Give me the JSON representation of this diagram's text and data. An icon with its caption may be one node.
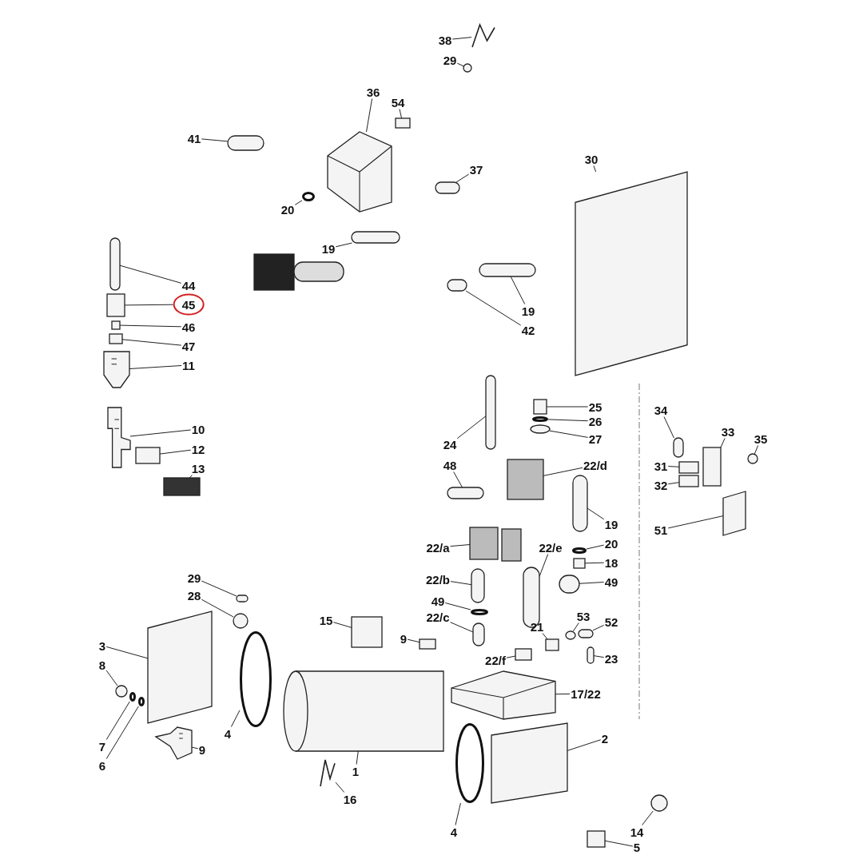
{
  "diagram": {
    "nodes": [
      {
        "text": [
          "38"
        ]
      },
      {
        "text": [
          "29"
        ]
      },
      {
        "text": [
          "36"
        ]
      },
      {
        "text": [
          "54"
        ]
      },
      {
        "text": [
          "41"
        ]
      },
      {
        "text": [
          "30"
        ]
      },
      {
        "text": [
          "37"
        ]
      },
      {
        "text": [
          "20"
        ]
      },
      {
        "text": [
          "19"
        ]
      },
      {
        "text": [
          "44"
        ]
      },
      {
        "text": [
          "45"
        ]
      },
      {
        "text": [
          "46"
        ]
      },
      {
        "text": [
          "47"
        ]
      },
      {
        "text": [
          "11"
        ]
      },
      {
        "text": [
          "19"
        ]
      },
      {
        "text": [
          "42"
        ]
      },
      {
        "text": [
          "25"
        ]
      },
      {
        "text": [
          "26"
        ]
      },
      {
        "text": [
          "27"
        ]
      },
      {
        "text": [
          "10"
        ]
      },
      {
        "text": [
          "12"
        ]
      },
      {
        "text": [
          "13"
        ]
      },
      {
        "text": [
          "24"
        ]
      },
      {
        "text": [
          "48"
        ]
      },
      {
        "text": [
          "22/d"
        ]
      },
      {
        "text": [
          "34"
        ]
      },
      {
        "text": [
          "33"
        ]
      },
      {
        "text": [
          "35"
        ]
      },
      {
        "text": [
          "31"
        ]
      },
      {
        "text": [
          "32"
        ]
      },
      {
        "text": [
          "51"
        ]
      },
      {
        "text": [
          "19"
        ]
      },
      {
        "text": [
          "20"
        ]
      },
      {
        "text": [
          "18"
        ]
      },
      {
        "text": [
          "49"
        ]
      },
      {
        "text": [
          "22/a"
        ]
      },
      {
        "text": [
          "22/e"
        ]
      },
      {
        "text": [
          "22/b"
        ]
      },
      {
        "text": [
          "49"
        ]
      },
      {
        "text": [
          "15"
        ]
      },
      {
        "text": [
          "22/c"
        ]
      },
      {
        "text": [
          "53"
        ]
      },
      {
        "text": [
          "21"
        ]
      },
      {
        "text": [
          "52"
        ]
      },
      {
        "text": [
          "9"
        ]
      },
      {
        "text": [
          "23"
        ]
      },
      {
        "text": [
          "22/f"
        ]
      },
      {
        "text": [
          "17/22"
        ]
      },
      {
        "text": [
          "29"
        ]
      },
      {
        "text": [
          "28"
        ]
      },
      {
        "text": [
          "3"
        ]
      },
      {
        "text": [
          "8"
        ]
      },
      {
        "text": [
          "7"
        ]
      },
      {
        "text": [
          "6"
        ]
      },
      {
        "text": [
          "4"
        ]
      },
      {
        "text": [
          "9"
        ]
      },
      {
        "text": [
          "2"
        ]
      },
      {
        "text": [
          "1"
        ]
      },
      {
        "text": [
          "16"
        ]
      },
      {
        "text": [
          "4"
        ]
      },
      {
        "text": [
          "14"
        ]
      },
      {
        "text": [
          "5"
        ]
      },
      {
        "text": [],
        "shape": "picture"
      },
      {
        "text": [],
        "shape": "circle"
      },
      {
        "text": [],
        "shape": "picture"
      },
      {
        "text": [],
        "shape": "box"
      },
      {
        "text": [],
        "shape": "cylinder"
      },
      {
        "text": [],
        "shape": "box"
      },
      {
        "text": [],
        "shape": "cylinder"
      },
      {
        "text": [],
        "shape": "circle"
      },
      {
        "text": [],
        "shape": "cylinder"
      },
      {
        "text": [],
        "shape": "cylinder"
      },
      {
        "text": [],
        "shape": "box"
      },
      {
        "text": [],
        "shape": "box"
      },
      {
        "text": [],
        "shape": "box"
      },
      {
        "text": [],
        "shape": "picture"
      },
      {
        "text": [],
        "shape": "cylinder"
      },
      {
        "text": [],
        "shape": "cylinder"
      },
      {
        "text": [],
        "shape": "box"
      },
      {
        "text": [],
        "shape": "circle"
      },
      {
        "text": [],
        "shape": "circle"
      },
      {
        "text": [],
        "shape": "picture"
      },
      {
        "text": [],
        "shape": "box"
      },
      {
        "text": [],
        "shape": "box"
      },
      {
        "text": [],
        "shape": "cylinder"
      },
      {
        "text": [],
        "shape": "cylinder"
      },
      {
        "text": [],
        "shape": "box"
      },
      {
        "text": [],
        "shape": "cylinder"
      },
      {
        "text": [],
        "shape": "box"
      },
      {
        "text": [],
        "shape": "circle"
      },
      {
        "text": [],
        "shape": "box"
      },
      {
        "text": [],
        "shape": "box"
      },
      {
        "text": [],
        "shape": "box"
      },
      {
        "text": [],
        "shape": "cylinder"
      },
      {
        "text": [],
        "shape": "circle"
      },
      {
        "text": [],
        "shape": "box"
      },
      {
        "text": [],
        "shape": "cylinder"
      },
      {
        "text": [],
        "shape": "box"
      },
      {
        "text": [],
        "shape": "cylinder"
      },
      {
        "text": [],
        "shape": "cylinder"
      },
      {
        "text": [],
        "shape": "circle"
      },
      {
        "text": [],
        "shape": "box"
      },
      {
        "text": [],
        "shape": "cylinder"
      },
      {
        "text": [],
        "shape": "circle"
      },
      {
        "text": [],
        "shape": "box"
      },
      {
        "text": [],
        "shape": "cylinder"
      },
      {
        "text": [],
        "shape": "box"
      },
      {
        "text": [],
        "shape": "cylinder"
      },
      {
        "text": [],
        "shape": "box"
      },
      {
        "text": [],
        "shape": "picture"
      },
      {
        "text": [],
        "shape": "cylinder"
      },
      {
        "text": [],
        "shape": "circle"
      },
      {
        "text": [],
        "shape": "box"
      },
      {
        "text": [],
        "shape": "circle"
      },
      {
        "text": [],
        "shape": "circle"
      },
      {
        "text": [],
        "shape": "circle"
      },
      {
        "text": [],
        "shape": "circle"
      },
      {
        "text": [],
        "shape": "picture"
      },
      {
        "text": [],
        "shape": "box"
      },
      {
        "text": [],
        "shape": "cylinder"
      },
      {
        "text": [],
        "shape": "picture"
      },
      {
        "text": [],
        "shape": "circle"
      },
      {
        "text": [],
        "shape": "circle"
      },
      {
        "text": [],
        "shape": "box"
      }
    ],
    "edges": [
      {
        "from": 0,
        "to": 62,
        "arrow": "none"
      },
      {
        "from": 1,
        "to": 63,
        "arrow": "none"
      },
      {
        "from": 2,
        "to": 64,
        "arrow": "none"
      },
      {
        "from": 3,
        "to": 65,
        "arrow": "none"
      },
      {
        "from": 4,
        "to": 66,
        "arrow": "none"
      },
      {
        "from": 5,
        "to": 67,
        "arrow": "none"
      },
      {
        "from": 6,
        "to": 68,
        "arrow": "none"
      },
      {
        "from": 7,
        "to": 69,
        "arrow": "none"
      },
      {
        "from": 8,
        "to": 70,
        "arrow": "none"
      },
      {
        "from": 9,
        "to": 71,
        "arrow": "none"
      },
      {
        "from": 10,
        "to": 72,
        "arrow": "none"
      },
      {
        "from": 11,
        "to": 73,
        "arrow": "none"
      },
      {
        "from": 12,
        "to": 74,
        "arrow": "none"
      },
      {
        "from": 13,
        "to": 75,
        "arrow": "none"
      },
      {
        "from": 14,
        "to": 76,
        "arrow": "none"
      },
      {
        "from": 15,
        "to": 77,
        "arrow": "none"
      },
      {
        "from": 16,
        "to": 78,
        "arrow": "none"
      },
      {
        "from": 17,
        "to": 79,
        "arrow": "none"
      },
      {
        "from": 18,
        "to": 80,
        "arrow": "none"
      },
      {
        "from": 19,
        "to": 81,
        "arrow": "none"
      },
      {
        "from": 20,
        "to": 82,
        "arrow": "none"
      },
      {
        "from": 21,
        "to": 83,
        "arrow": "none"
      },
      {
        "from": 22,
        "to": 84,
        "arrow": "none"
      },
      {
        "from": 23,
        "to": 85,
        "arrow": "none"
      },
      {
        "from": 24,
        "to": 86,
        "arrow": "none"
      },
      {
        "from": 25,
        "to": 87,
        "arrow": "none"
      },
      {
        "from": 26,
        "to": 88,
        "arrow": "none"
      },
      {
        "from": 27,
        "to": 89,
        "arrow": "none"
      },
      {
        "from": 28,
        "to": 90,
        "arrow": "none"
      },
      {
        "from": 29,
        "to": 91,
        "arrow": "none"
      },
      {
        "from": 30,
        "to": 92,
        "arrow": "none"
      },
      {
        "from": 31,
        "to": 93,
        "arrow": "none"
      },
      {
        "from": 32,
        "to": 94,
        "arrow": "none"
      },
      {
        "from": 33,
        "to": 95,
        "arrow": "none"
      },
      {
        "from": 34,
        "to": 96,
        "arrow": "none"
      },
      {
        "from": 35,
        "to": 97,
        "arrow": "none"
      },
      {
        "from": 36,
        "to": 98,
        "arrow": "none"
      },
      {
        "from": 37,
        "to": 99,
        "arrow": "none"
      },
      {
        "from": 38,
        "to": 100,
        "arrow": "none"
      },
      {
        "from": 39,
        "to": 101,
        "arrow": "none"
      },
      {
        "from": 40,
        "to": 102,
        "arrow": "none"
      },
      {
        "from": 41,
        "to": 103,
        "arrow": "none"
      },
      {
        "from": 42,
        "to": 104,
        "arrow": "none"
      },
      {
        "from": 43,
        "to": 105,
        "arrow": "none"
      },
      {
        "from": 44,
        "to": 106,
        "arrow": "none"
      },
      {
        "from": 45,
        "to": 107,
        "arrow": "none"
      },
      {
        "from": 46,
        "to": 108,
        "arrow": "none"
      },
      {
        "from": 47,
        "to": 109,
        "arrow": "none"
      },
      {
        "from": 48,
        "to": 110,
        "arrow": "none"
      },
      {
        "from": 49,
        "to": 111,
        "arrow": "none"
      },
      {
        "from": 50,
        "to": 112,
        "arrow": "none"
      },
      {
        "from": 51,
        "to": 113,
        "arrow": "none"
      },
      {
        "from": 52,
        "to": 114,
        "arrow": "none"
      },
      {
        "from": 53,
        "to": 115,
        "arrow": "none"
      },
      {
        "from": 54,
        "to": 116,
        "arrow": "none"
      },
      {
        "from": 55,
        "to": 117,
        "arrow": "none"
      },
      {
        "from": 56,
        "to": 118,
        "arrow": "none"
      },
      {
        "from": 57,
        "to": 119,
        "arrow": "none"
      },
      {
        "from": 58,
        "to": 120,
        "arrow": "none"
      },
      {
        "from": 59,
        "to": 121,
        "arrow": "none"
      },
      {
        "from": 60,
        "to": 122,
        "arrow": "none"
      },
      {
        "from": 61,
        "to": 123,
        "arrow": "none"
      }
    ]
  }
}
